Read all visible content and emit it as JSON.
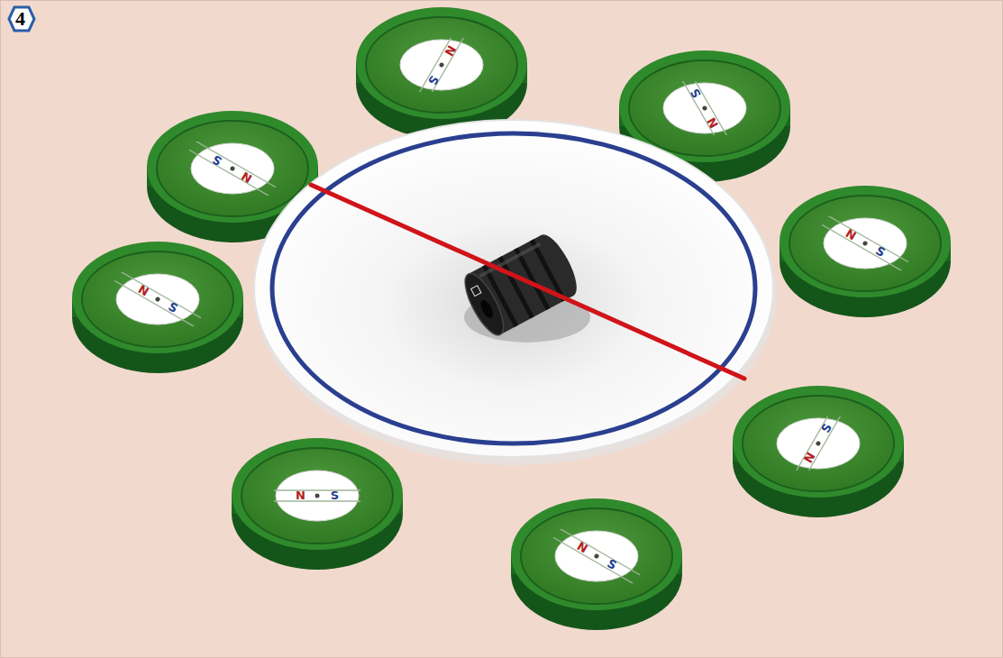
{
  "diagram": {
    "nodes": [
      {
        "text": [
          "N",
          "S"
        ]
      },
      {
        "text": [
          "N",
          "S"
        ]
      },
      {
        "text": [
          "N",
          "S"
        ]
      },
      {
        "text": [
          "N",
          "S"
        ]
      },
      {
        "text": [
          "N",
          "S"
        ]
      },
      {
        "text": [
          "N",
          "S"
        ]
      },
      {
        "text": [
          "N",
          "S"
        ]
      },
      {
        "text": [
          "N",
          "S"
        ]
      }
    ],
    "labels": [
      "4"
    ]
  }
}
